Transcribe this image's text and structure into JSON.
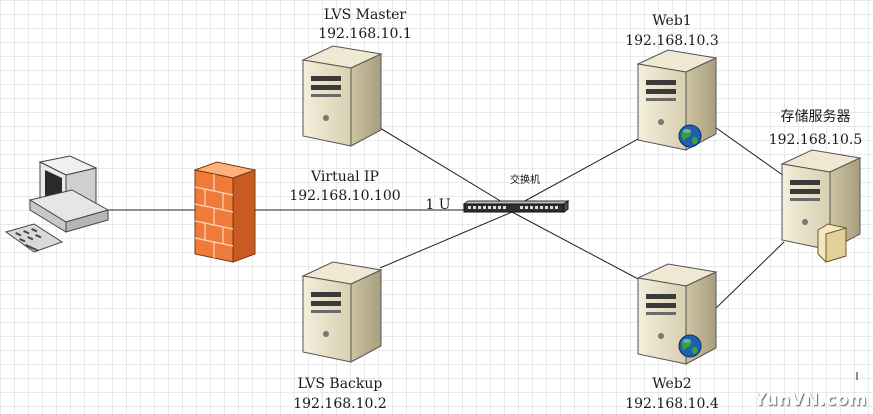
{
  "nodes": {
    "lvs_master": {
      "name": "LVS Master",
      "ip": "192.168.10.1"
    },
    "lvs_backup": {
      "name": "LVS Backup",
      "ip": "192.168.10.2"
    },
    "web1": {
      "name": "Web1",
      "ip": "192.168.10.3"
    },
    "web2": {
      "name": "Web2",
      "ip": "192.168.10.4"
    },
    "storage": {
      "name": "存储服务器",
      "ip": "192.168.10.5"
    },
    "virtual_ip": {
      "name": "Virtual IP",
      "ip": "192.168.10.100"
    },
    "switch": {
      "name": "交换机",
      "unit": "1 U"
    }
  },
  "watermark": "YunVN.com",
  "colors": {
    "grid": "#d4d4d4",
    "server_body": "#e8e2cc",
    "firewall": "#f07a3a",
    "line": "#222222",
    "globe": "#1f5fb0"
  },
  "icons": [
    "computer-icon",
    "firewall-icon",
    "server-icon",
    "switch-icon",
    "globe-icon",
    "folder-icon"
  ]
}
